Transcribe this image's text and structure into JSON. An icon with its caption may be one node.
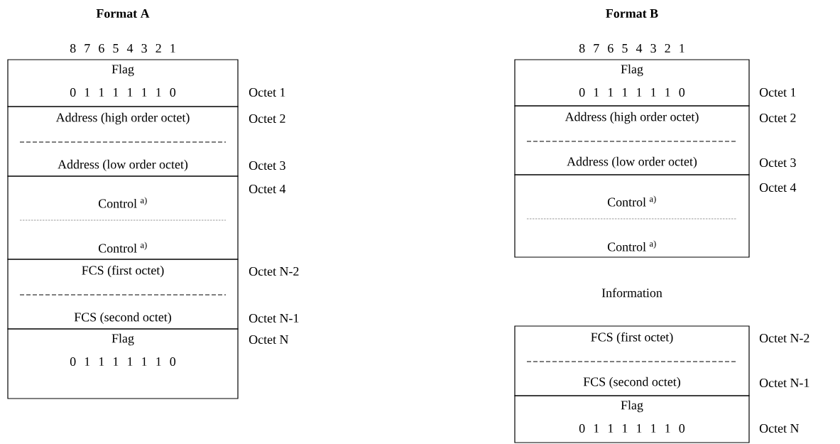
{
  "diagram": {
    "nodes": [
      {
        "text": [
          "Flag",
          "0 1 1 1 1 1 1 0"
        ],
        "beside": [
          "Octet 1"
        ]
      },
      {
        "text": [
          "Address (high order octet)",
          "Address (low order octet)"
        ],
        "beside": [
          "Octet 2",
          "Octet 3"
        ]
      },
      {
        "text": [
          "Control $^{a)}$",
          "Control $^{a)}$"
        ],
        "beside": [
          "Octet 4"
        ]
      },
      {
        "text": [
          "FCS (first octet)",
          "FCS (second octet)"
        ],
        "beside": [
          "Octet N-2",
          "Octet N-1"
        ]
      },
      {
        "text": [
          "Flag",
          "0 1 1 1 1 1 1 0"
        ],
        "beside": [
          "Octet N"
        ]
      },
      {
        "text": [
          "Flag",
          "0 1 1 1 1 1 1 0"
        ],
        "beside": [
          "Octet 1"
        ]
      },
      {
        "text": [
          "Address (high order octet)",
          "Address (low order octet)"
        ],
        "beside": [
          "Octet 2",
          "Octet 3"
        ]
      },
      {
        "text": [
          "Control $^{a)}$",
          "Control $^{a)}$"
        ],
        "beside": [
          "Octet 4"
        ]
      },
      {
        "text": [
          "FCS (first octet)",
          "FCS (second octet)"
        ],
        "beside": [
          "Octet N-2",
          "Octet N-1"
        ]
      },
      {
        "text": [
          "Flag",
          "0 1 1 1 1 1 1 0"
        ],
        "beside": [
          "Octet N"
        ]
      }
    ],
    "labels": [
      "Format A",
      "Format B",
      "8 7 6 5 4 3 2 1",
      "8 7 6 5 4 3 2 1",
      "Information"
    ]
  }
}
